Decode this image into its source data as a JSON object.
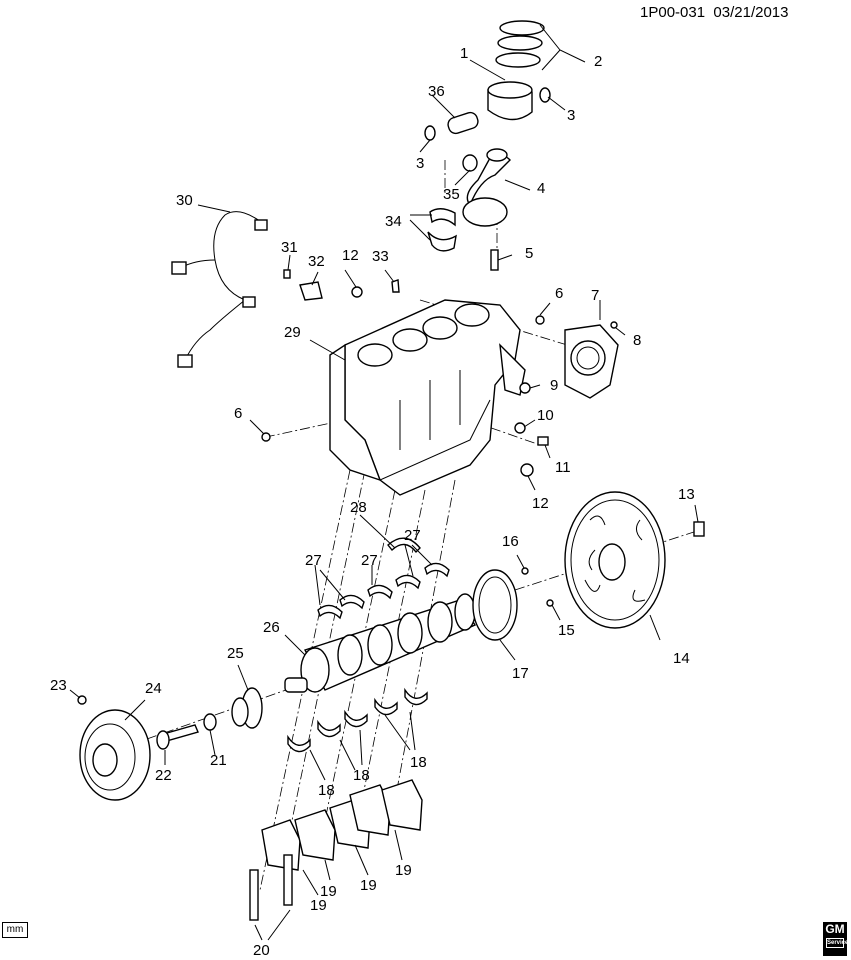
{
  "header": {
    "diagram_id": "1P00-031",
    "date": "03/21/2013"
  },
  "footer": {
    "unit_label": "mm",
    "brand_top": "GM",
    "brand_sub": "Service"
  },
  "callouts": [
    "1",
    "2",
    "3",
    "3",
    "4",
    "5",
    "6",
    "6",
    "7",
    "8",
    "9",
    "10",
    "11",
    "12",
    "12",
    "13",
    "14",
    "15",
    "16",
    "17",
    "18",
    "18",
    "18",
    "19",
    "19",
    "19",
    "19",
    "20",
    "21",
    "22",
    "23",
    "24",
    "25",
    "26",
    "27",
    "27",
    "27",
    "28",
    "29",
    "30",
    "31",
    "32",
    "33",
    "34",
    "35",
    "36"
  ]
}
